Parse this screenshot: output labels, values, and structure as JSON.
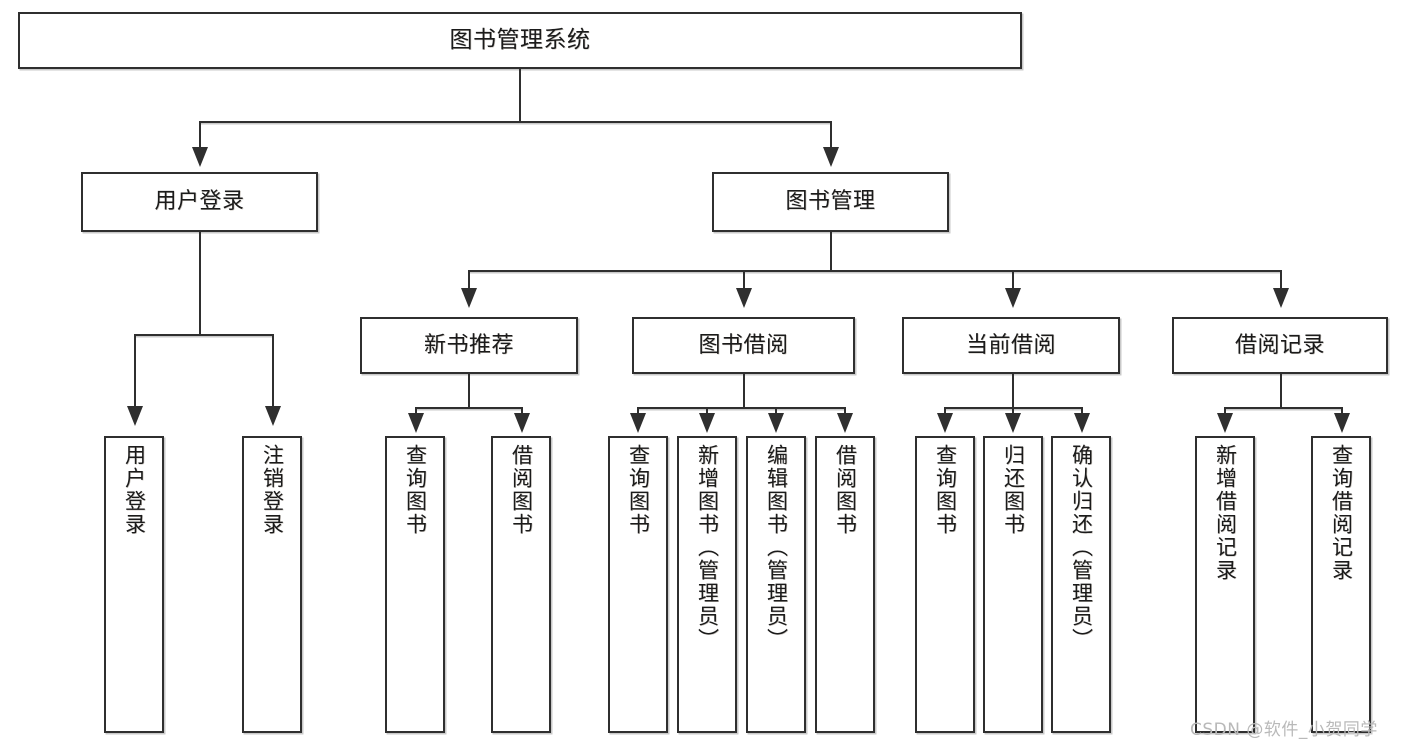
{
  "diagram": {
    "title": "图书管理系统",
    "type": "功能结构图",
    "root": {
      "label": "图书管理系统"
    },
    "level2": [
      {
        "label": "用户登录"
      },
      {
        "label": "图书管理"
      }
    ],
    "level3": [
      {
        "label": "新书推荐"
      },
      {
        "label": "图书借阅"
      },
      {
        "label": "当前借阅"
      },
      {
        "label": "借阅记录"
      }
    ],
    "leaves": {
      "user_login": [
        {
          "label": "用户登录"
        },
        {
          "label": "注销登录"
        }
      ],
      "new_book_recommend": [
        {
          "label": "查询图书"
        },
        {
          "label": "借阅图书"
        }
      ],
      "book_borrow": [
        {
          "label": "查询图书"
        },
        {
          "label": "新增图书（管理员）"
        },
        {
          "label": "编辑图书（管理员）"
        },
        {
          "label": "借阅图书"
        }
      ],
      "current_borrow": [
        {
          "label": "查询图书"
        },
        {
          "label": "归还图书"
        },
        {
          "label": "确认归还（管理员）"
        }
      ],
      "borrow_record": [
        {
          "label": "新增借阅记录"
        },
        {
          "label": "查询借阅记录"
        }
      ]
    }
  },
  "watermark": {
    "text": "CSDN @软件_小贺同学"
  },
  "colors": {
    "stroke": "#2f2f2f",
    "fill": "#ffffff",
    "text": "#1b1b1b",
    "shadow": "#c9c9c9",
    "watermark": "#b9b9b9"
  }
}
